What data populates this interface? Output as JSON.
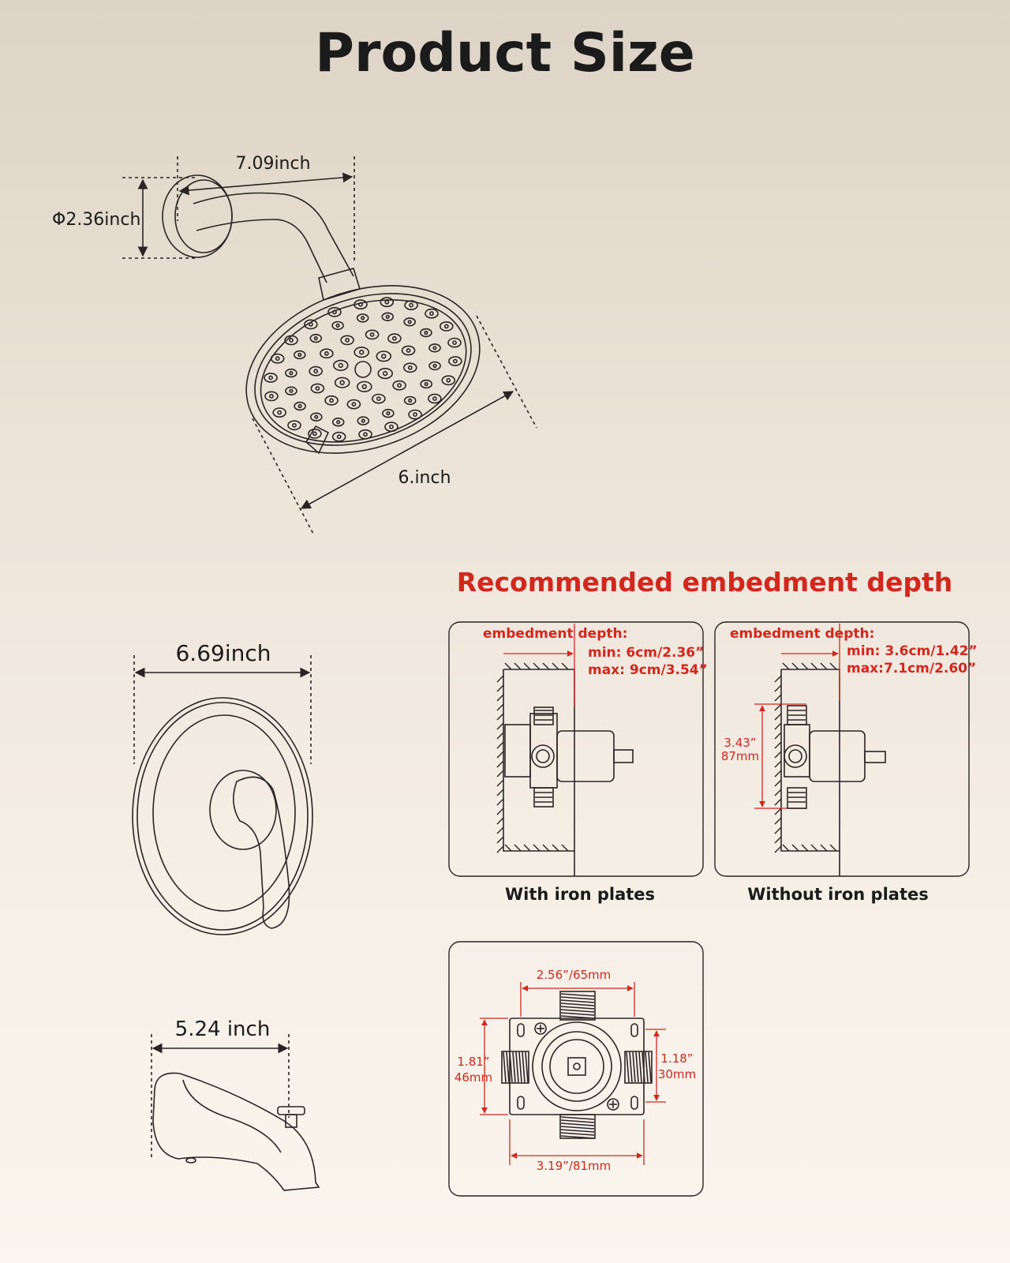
{
  "header": {
    "title": "Product Size"
  },
  "shower_head": {
    "arm_length": "7.09inch",
    "flange_diameter": "Φ2.36inch",
    "head_diameter": "6.inch"
  },
  "trim_plate": {
    "width": "6.69inch"
  },
  "tub_spout": {
    "length": "5.24 inch"
  },
  "embedment": {
    "title": "Recommended embedment depth",
    "with_iron_plates": {
      "caption": "With iron plates",
      "depth_label": "embedment depth:",
      "min": "min: 6cm/2.36”",
      "max": "max: 9cm/3.54”"
    },
    "without_iron_plates": {
      "caption": "Without iron plates",
      "depth_label": "embedment depth:",
      "min": "min: 3.6cm/1.42”",
      "max": "max:7.1cm/2.60”",
      "height_in": "3.43”",
      "height_mm": "87mm"
    }
  },
  "valve_front": {
    "top_width": "2.56”/65mm",
    "bottom_width": "3.19”/81mm",
    "left_height_in": "1.81”",
    "left_height_mm": "46mm",
    "right_height_in": "1.18”",
    "right_height_mm": "30mm"
  },
  "colors": {
    "accent": "#d3261d",
    "ink": "#1c1b1b",
    "panel_border": "#2a2424"
  }
}
